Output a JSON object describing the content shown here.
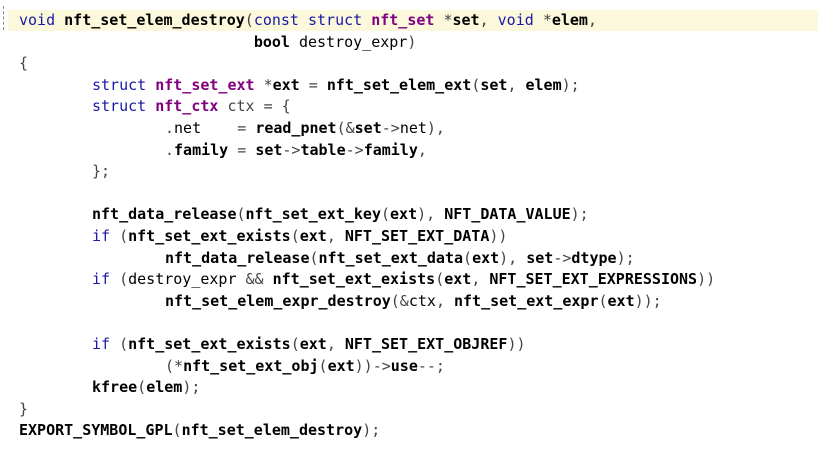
{
  "editor": {
    "lines": [
      {
        "indent": 0,
        "tokens": [
          [
            "kw",
            "void "
          ],
          [
            "fn",
            "nft_set_elem_destroy"
          ],
          [
            "pu",
            "("
          ],
          [
            "kw",
            "const struct "
          ],
          [
            "ty",
            "nft_set"
          ],
          [
            "pu",
            " *"
          ],
          [
            "fn",
            "set"
          ],
          [
            "pu",
            ", "
          ],
          [
            "kw",
            "void "
          ],
          [
            "pu",
            "*"
          ],
          [
            "fn",
            "elem"
          ],
          [
            "pu",
            ","
          ]
        ]
      },
      {
        "indent": 0,
        "tokens": [
          [
            "pu",
            "                          "
          ],
          [
            "fn",
            "bool "
          ],
          [
            "pa",
            "destroy_expr"
          ],
          [
            "pu",
            ")"
          ]
        ]
      },
      {
        "indent": 0,
        "tokens": [
          [
            "pu",
            "{"
          ]
        ]
      },
      {
        "indent": 1,
        "tokens": [
          [
            "kw",
            "struct "
          ],
          [
            "ty",
            "nft_set_ext"
          ],
          [
            "pu",
            " *"
          ],
          [
            "fn",
            "ext"
          ],
          [
            "pu",
            " = "
          ],
          [
            "fn",
            "nft_set_elem_ext"
          ],
          [
            "pu",
            "("
          ],
          [
            "fn",
            "set"
          ],
          [
            "pu",
            ", "
          ],
          [
            "fn",
            "elem"
          ],
          [
            "pu",
            ");"
          ]
        ]
      },
      {
        "indent": 1,
        "tokens": [
          [
            "kw",
            "struct "
          ],
          [
            "ty",
            "nft_ctx"
          ],
          [
            "pu",
            " ctx = {"
          ]
        ]
      },
      {
        "indent": 2,
        "tokens": [
          [
            "pu",
            "."
          ],
          [
            "id",
            "net    "
          ],
          [
            "pu",
            "= "
          ],
          [
            "fn",
            "read_pnet"
          ],
          [
            "pu",
            "(&"
          ],
          [
            "fn",
            "set"
          ],
          [
            "pu",
            "->"
          ],
          [
            "id",
            "net"
          ],
          [
            "pu",
            "),"
          ]
        ]
      },
      {
        "indent": 2,
        "tokens": [
          [
            "pu",
            "."
          ],
          [
            "fn",
            "family"
          ],
          [
            "pu",
            " = "
          ],
          [
            "fn",
            "set"
          ],
          [
            "pu",
            "->"
          ],
          [
            "fn",
            "table"
          ],
          [
            "pu",
            "->"
          ],
          [
            "fn",
            "family"
          ],
          [
            "pu",
            ","
          ]
        ]
      },
      {
        "indent": 1,
        "tokens": [
          [
            "pu",
            "};"
          ]
        ]
      },
      {
        "indent": 0,
        "tokens": []
      },
      {
        "indent": 1,
        "tokens": [
          [
            "fn",
            "nft_data_release"
          ],
          [
            "pu",
            "("
          ],
          [
            "fn",
            "nft_set_ext_key"
          ],
          [
            "pu",
            "("
          ],
          [
            "fn",
            "ext"
          ],
          [
            "pu",
            "), "
          ],
          [
            "ma",
            "NFT_DATA_VALUE"
          ],
          [
            "pu",
            ");"
          ]
        ]
      },
      {
        "indent": 1,
        "tokens": [
          [
            "kw",
            "if "
          ],
          [
            "pu",
            "("
          ],
          [
            "fn",
            "nft_set_ext_exists"
          ],
          [
            "pu",
            "("
          ],
          [
            "fn",
            "ext"
          ],
          [
            "pu",
            ", "
          ],
          [
            "ma",
            "NFT_SET_EXT_DATA"
          ],
          [
            "pu",
            "))"
          ]
        ]
      },
      {
        "indent": 2,
        "tokens": [
          [
            "fn",
            "nft_data_release"
          ],
          [
            "pu",
            "("
          ],
          [
            "fn",
            "nft_set_ext_data"
          ],
          [
            "pu",
            "("
          ],
          [
            "fn",
            "ext"
          ],
          [
            "pu",
            "), "
          ],
          [
            "fn",
            "set"
          ],
          [
            "pu",
            "->"
          ],
          [
            "fn",
            "dtype"
          ],
          [
            "pu",
            ");"
          ]
        ]
      },
      {
        "indent": 1,
        "tokens": [
          [
            "kw",
            "if "
          ],
          [
            "pu",
            "("
          ],
          [
            "pa",
            "destroy_expr"
          ],
          [
            "pu",
            " && "
          ],
          [
            "fn",
            "nft_set_ext_exists"
          ],
          [
            "pu",
            "("
          ],
          [
            "fn",
            "ext"
          ],
          [
            "pu",
            ", "
          ],
          [
            "ma",
            "NFT_SET_EXT_EXPRESSIONS"
          ],
          [
            "pu",
            "))"
          ]
        ]
      },
      {
        "indent": 2,
        "tokens": [
          [
            "fn",
            "nft_set_elem_expr_destroy"
          ],
          [
            "pu",
            "(&"
          ],
          [
            "id",
            "ctx"
          ],
          [
            "pu",
            ", "
          ],
          [
            "fn",
            "nft_set_ext_expr"
          ],
          [
            "pu",
            "("
          ],
          [
            "fn",
            "ext"
          ],
          [
            "pu",
            "));"
          ]
        ]
      },
      {
        "indent": 0,
        "tokens": []
      },
      {
        "indent": 1,
        "tokens": [
          [
            "kw",
            "if "
          ],
          [
            "pu",
            "("
          ],
          [
            "fn",
            "nft_set_ext_exists"
          ],
          [
            "pu",
            "("
          ],
          [
            "fn",
            "ext"
          ],
          [
            "pu",
            ", "
          ],
          [
            "ma",
            "NFT_SET_EXT_OBJREF"
          ],
          [
            "pu",
            "))"
          ]
        ]
      },
      {
        "indent": 2,
        "tokens": [
          [
            "pu",
            "(*"
          ],
          [
            "fn",
            "nft_set_ext_obj"
          ],
          [
            "pu",
            "("
          ],
          [
            "fn",
            "ext"
          ],
          [
            "pu",
            "))->"
          ],
          [
            "fn",
            "use"
          ],
          [
            "pu",
            "--;"
          ]
        ]
      },
      {
        "indent": 1,
        "tokens": [
          [
            "fn",
            "kfree"
          ],
          [
            "pu",
            "("
          ],
          [
            "fn",
            "elem"
          ],
          [
            "pu",
            ");"
          ]
        ]
      },
      {
        "indent": 0,
        "tokens": [
          [
            "pu",
            "}"
          ]
        ]
      },
      {
        "indent": 0,
        "tokens": [
          [
            "ma",
            "EXPORT_SYMBOL_GPL"
          ],
          [
            "pu",
            "("
          ],
          [
            "fn",
            "nft_set_elem_destroy"
          ],
          [
            "pu",
            ");"
          ]
        ]
      }
    ],
    "colors": {
      "current_line": "#fbf8dc",
      "keyword": "#1a1aa6",
      "type": "#800080",
      "text": "#000000"
    }
  }
}
